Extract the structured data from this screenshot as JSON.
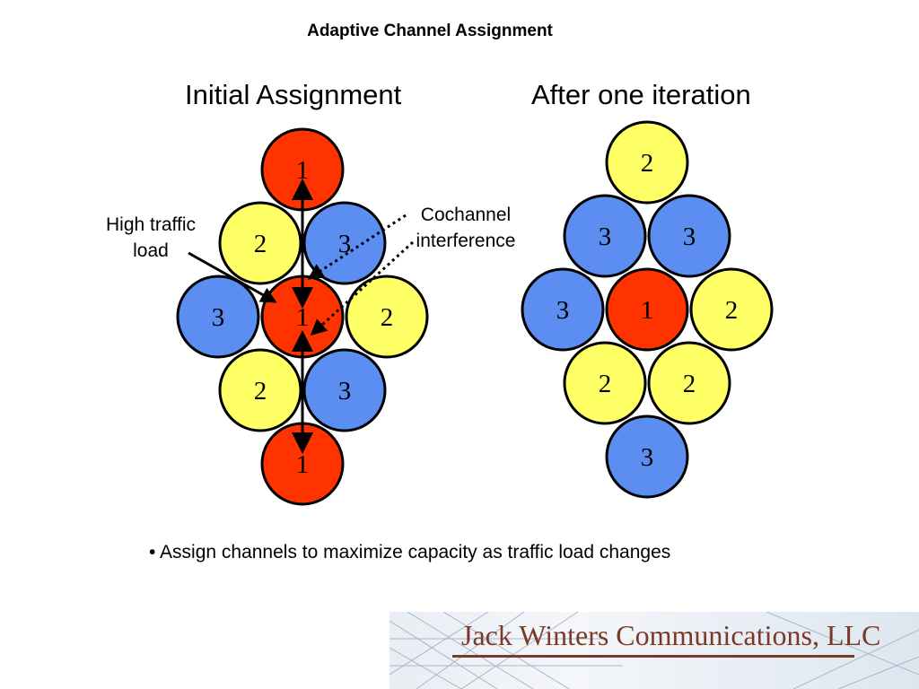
{
  "slide_title": "Adaptive Channel Assignment",
  "initial_title": "Initial Assignment",
  "after_title": "After one iteration",
  "annotations": {
    "high_traffic": "High traffic load",
    "cochannel": "Cochannel interference"
  },
  "bullet": "• Assign channels to maximize capacity as traffic load changes",
  "logo_text": "Jack Winters Communications, LLC",
  "colors": {
    "channel_1": "#ff3300",
    "channel_2": "#ffff66",
    "channel_3": "#5b8ef0"
  },
  "initial_cells": [
    {
      "row": "top",
      "label": "1",
      "channel": 1
    },
    {
      "row": "upper-left",
      "label": "2",
      "channel": 2
    },
    {
      "row": "upper-right",
      "label": "3",
      "channel": 3
    },
    {
      "row": "middle-left",
      "label": "3",
      "channel": 3
    },
    {
      "row": "center",
      "label": "1",
      "channel": 1
    },
    {
      "row": "middle-right",
      "label": "2",
      "channel": 2
    },
    {
      "row": "lower-left",
      "label": "2",
      "channel": 2
    },
    {
      "row": "lower-right",
      "label": "3",
      "channel": 3
    },
    {
      "row": "bottom",
      "label": "1",
      "channel": 1
    }
  ],
  "after_cells": [
    {
      "row": "top",
      "label": "2",
      "channel": 2
    },
    {
      "row": "upper-left",
      "label": "3",
      "channel": 3
    },
    {
      "row": "upper-right",
      "label": "3",
      "channel": 3
    },
    {
      "row": "middle-left",
      "label": "3",
      "channel": 3
    },
    {
      "row": "center",
      "label": "1",
      "channel": 1
    },
    {
      "row": "middle-right",
      "label": "2",
      "channel": 2
    },
    {
      "row": "lower-left",
      "label": "2",
      "channel": 2
    },
    {
      "row": "lower-right",
      "label": "2",
      "channel": 2
    },
    {
      "row": "bottom",
      "label": "3",
      "channel": 3
    }
  ]
}
